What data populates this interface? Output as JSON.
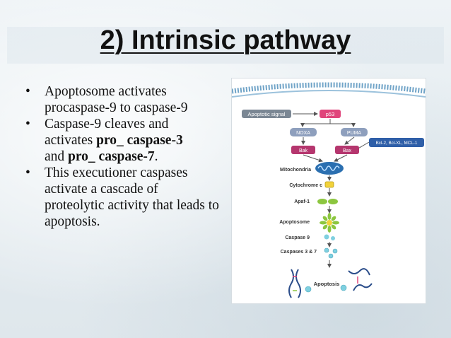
{
  "slide": {
    "title": "2) Intrinsic pathway",
    "bullets": [
      {
        "bullet": "•",
        "text": "Apoptosome activates procaspase-9 to caspase-9"
      },
      {
        "bullet": "•",
        "text": " Caspase-9 cleaves and activates ",
        "bold1": "pro_ caspase-3",
        "mid": " and ",
        "bold2": "pro_ caspase-7",
        "end": "."
      },
      {
        "bullet": "•",
        "text": " This executioner caspases activate a cascade of proteolytic activity that leads to apoptosis."
      }
    ]
  },
  "diagram": {
    "signal": "Apoptotic signal",
    "p53": "p53",
    "noxa": "NOXA",
    "puma": "PUMA",
    "inhibitors": "Bcl-2, Bcl-XL, MCL-1",
    "bak": "Bak",
    "bax": "Bax",
    "mitochondria": "Mitochondria",
    "cytochrome": "Cytochrome c",
    "apaf": "Apaf-1",
    "apoptosome": "Apoptosome",
    "caspase9": "Caspase 9",
    "caspase37": "Caspases 3 & 7",
    "apoptosis": "Apoptosis",
    "colors": {
      "signal": "#7b8794",
      "p53": "#e0457b",
      "noxa_puma": "#8e9fbd",
      "inhibitor": "#2f5fa8",
      "bak_bax": "#b5366e",
      "mito": "#2b6fb0",
      "cyto": "#f2d23a",
      "green": "#8cc63f",
      "membrane": "#6fa3c7"
    }
  }
}
